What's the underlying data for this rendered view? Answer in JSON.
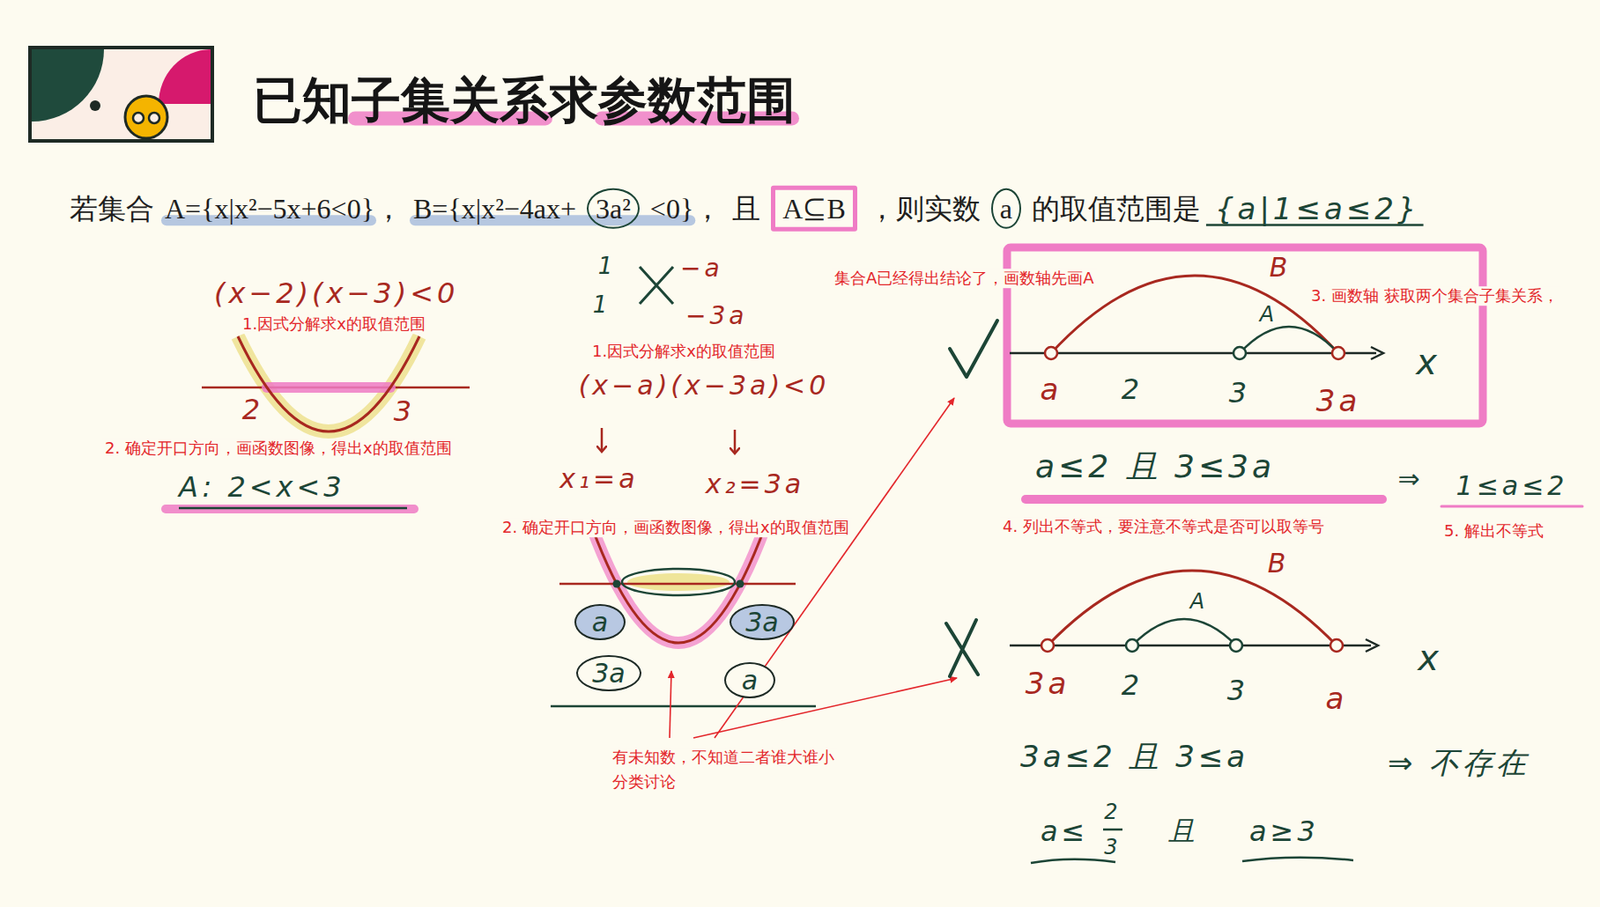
{
  "diagram": {
    "title": "已知子集关系求参数范围",
    "nodes": [
      {
        "text": [
          "A⊆B"
        ]
      },
      {
        "text": [
          "3a²"
        ]
      },
      {
        "text": [
          "a"
        ]
      },
      {
        "text": [
          "a"
        ]
      },
      {
        "text": [
          "3a"
        ]
      },
      {
        "text": [
          "3a"
        ]
      },
      {
        "text": [
          "a"
        ]
      }
    ],
    "labels": [
      "若集合",
      "A={x|x²−5x+6<0}，",
      "B={x|x²−4ax+",
      "<0}，",
      "且",
      "，则实数",
      "的取值范围是",
      "{a|1≤a≤2}",
      "(x−2)(x−3)<0",
      "1.因式分解求x的取值范围",
      "2",
      "3",
      "2. 确定开口方向，画函数图像，得出x的取值范围",
      "A: 2<x<3",
      "1",
      "1",
      "−a",
      "−3a",
      "1.因式分解求x的取值范围",
      "(x−a)(x−3a)<0",
      "x₁=a",
      "x₂=3a",
      "2. 确定开口方向，画函数图像，得出x的取值范围",
      "有未知数，不知道二者谁大谁小",
      "分类讨论",
      "集合A已经得出结论了，画数轴先画A",
      "3. 画数轴 获取两个集合子集关系，",
      "B",
      "A",
      "a",
      "2",
      "3",
      "3a",
      "x",
      "a≤2 且 3≤3a",
      "⇒",
      "1≤a≤2",
      "4. 列出不等式，要注意不等式是否可以取等号",
      "5. 解出不等式",
      "B",
      "A",
      "3a",
      "2",
      "3",
      "a",
      "x",
      "3a≤2 且 3≤a",
      "⇒ 不存在",
      "a≤",
      "2",
      "3",
      "且",
      "a≥3"
    ]
  }
}
